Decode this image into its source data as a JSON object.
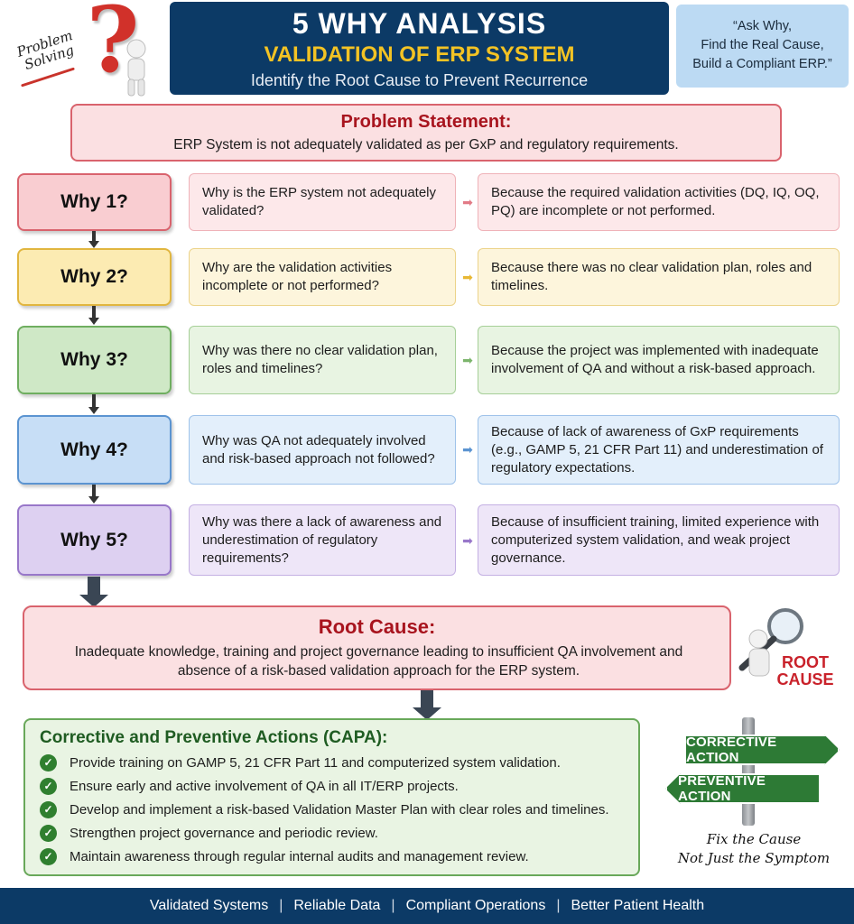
{
  "header": {
    "badge": "Problem Solving",
    "title": "5 WHY ANALYSIS",
    "subtitle": "VALIDATION OF ERP SYSTEM",
    "tagline": "Identify the Root Cause to Prevent Recurrence",
    "quote": [
      "“Ask Why,",
      "Find the Real Cause,",
      "Build a Compliant ERP.”"
    ]
  },
  "problem": {
    "title": "Problem Statement:",
    "text": "ERP System is not adequately validated as per GxP and regulatory requirements."
  },
  "whys": [
    {
      "label": "Why 1?",
      "question": "Why is the ERP system not adequately validated?",
      "answer": "Because the required validation activities (DQ, IQ, OQ, PQ) are incomplete or not performed.",
      "colors": {
        "fill": "#f9cdd1",
        "border": "#d9636d",
        "light": "#fde8ea",
        "lightBorder": "#efb2b8",
        "arrow": "#e27a86"
      }
    },
    {
      "label": "Why 2?",
      "question": "Why are the validation activities incomplete or not performed?",
      "answer": "Because there was no clear validation plan, roles and timelines.",
      "colors": {
        "fill": "#fcebb2",
        "border": "#e1b63f",
        "light": "#fdf5dc",
        "lightBorder": "#ecd38a",
        "arrow": "#e8b834"
      }
    },
    {
      "label": "Why 3?",
      "question": "Why was there no clear validation plan, roles and timelines?",
      "answer": "Because the project was implemented with inadequate involvement of QA and without a risk-based approach.",
      "colors": {
        "fill": "#cfe8c6",
        "border": "#6fae60",
        "light": "#e8f4e2",
        "lightBorder": "#a6cf98",
        "arrow": "#7cb56c"
      }
    },
    {
      "label": "Why 4?",
      "question": "Why was QA not adequately involved and risk-based approach not followed?",
      "answer": "Because of lack of awareness of GxP requirements (e.g., GAMP 5, 21 CFR Part 11) and underestimation of regulatory expectations.",
      "colors": {
        "fill": "#c7def6",
        "border": "#5b94d1",
        "light": "#e3effb",
        "lightBorder": "#9fc3ea",
        "arrow": "#5b94d1"
      }
    },
    {
      "label": "Why 5?",
      "question": "Why was there a lack of awareness and underestimation of regulatory requirements?",
      "answer": "Because of insufficient training, limited experience with computerized system validation, and weak project governance.",
      "colors": {
        "fill": "#ddd0f1",
        "border": "#9877c9",
        "light": "#eee6f8",
        "lightBorder": "#c4b0e3",
        "arrow": "#9877c9"
      }
    }
  ],
  "root": {
    "title": "Root Cause:",
    "text": "Inadequate knowledge, training and project governance leading to insufficient QA involvement and absence of a risk-based validation approach for the ERP system.",
    "label": [
      "ROOT",
      "CAUSE"
    ]
  },
  "capa": {
    "title": "Corrective and Preventive Actions (CAPA):",
    "items": [
      "Provide training on GAMP 5, 21 CFR Part 11 and computerized system validation.",
      "Ensure early and active involvement of QA in all IT/ERP projects.",
      "Develop and implement a risk-based Validation Master Plan with clear roles and timelines.",
      "Strengthen project governance and periodic review.",
      "Maintain awareness through regular internal audits and management review."
    ]
  },
  "signpost": {
    "corrective": "CORRECTIVE ACTION",
    "preventive": "PREVENTIVE ACTION",
    "motto": [
      "Fix the Cause",
      "Not Just the Symptom"
    ]
  },
  "footer": [
    "Validated Systems",
    "Reliable Data",
    "Compliant Operations",
    "Better Patient Health"
  ]
}
